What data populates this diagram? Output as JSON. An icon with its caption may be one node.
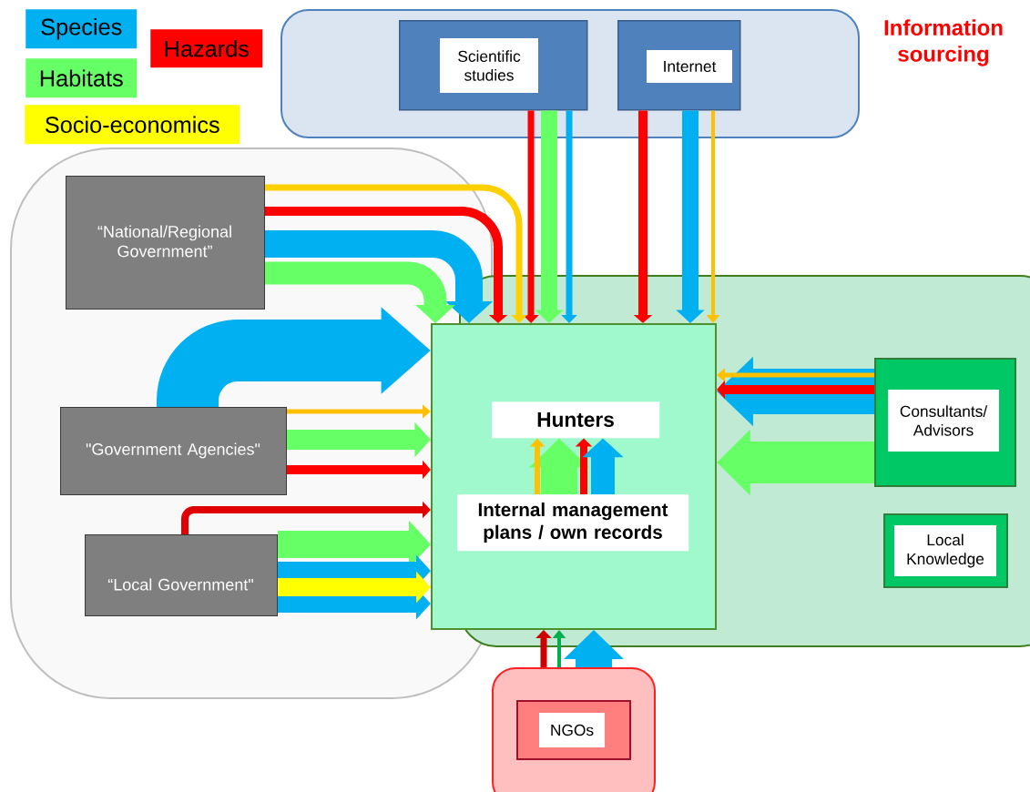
{
  "diagram": {
    "nodes": [
      {
        "text": [
          "Information sourcing"
        ]
      },
      {
        "text": [
          "Scientific studies"
        ],
        "in": 0
      },
      {
        "text": [
          "Internet"
        ],
        "in": 0
      },
      {
        "text": [
          "“National/Regional Government”"
        ]
      },
      {
        "text": [
          "\"Government Agencies\""
        ]
      },
      {
        "text": [
          "“Local Government\""
        ]
      },
      {
        "text": [],
        "shape": "box"
      },
      {
        "text": [
          "Hunters"
        ],
        "in": 6
      },
      {
        "text": [
          "Internal management plans / own records"
        ],
        "in": 6
      },
      {
        "text": [
          "Consultants/ Advisors"
        ]
      },
      {
        "text": [
          "Local Knowledge"
        ]
      },
      {
        "text": [],
        "shape": "box"
      },
      {
        "text": [
          "NGOs"
        ],
        "in": 11
      }
    ],
    "edges": [
      {
        "from": 1,
        "to": 6,
        "arrow": "to",
        "color": "#ff0000"
      },
      {
        "from": 1,
        "to": 6,
        "arrow": "to",
        "color": "#66ff66",
        "style": "thick"
      },
      {
        "from": 1,
        "to": 6,
        "arrow": "to",
        "color": "#00b0f0"
      },
      {
        "from": 2,
        "to": 6,
        "arrow": "to",
        "color": "#ff0000"
      },
      {
        "from": 2,
        "to": 6,
        "arrow": "to",
        "color": "#00b0f0",
        "style": "thick"
      },
      {
        "from": 2,
        "to": 6,
        "arrow": "to",
        "color": "#ffc000"
      },
      {
        "from": 3,
        "to": 6,
        "arrow": "to",
        "color": "#ffd000"
      },
      {
        "from": 3,
        "to": 6,
        "arrow": "to",
        "color": "#ff0000"
      },
      {
        "from": 3,
        "to": 6,
        "arrow": "to",
        "color": "#00b0f0",
        "style": "thick"
      },
      {
        "from": 3,
        "to": 6,
        "arrow": "to",
        "color": "#66ff66",
        "style": "thick"
      },
      {
        "from": 4,
        "to": 6,
        "arrow": "to",
        "color": "#00b0f0",
        "style": "thick"
      },
      {
        "from": 4,
        "to": 6,
        "arrow": "to",
        "color": "#ffc000"
      },
      {
        "from": 4,
        "to": 6,
        "arrow": "to",
        "color": "#66ff66",
        "style": "thick"
      },
      {
        "from": 4,
        "to": 6,
        "arrow": "to",
        "color": "#ff0000"
      },
      {
        "from": 5,
        "to": 6,
        "arrow": "to",
        "color": "#e00000"
      },
      {
        "from": 5,
        "to": 6,
        "arrow": "to",
        "color": "#66ff66",
        "style": "thick"
      },
      {
        "from": 5,
        "to": 6,
        "arrow": "to",
        "color": "#00b0f0",
        "style": "thick"
      },
      {
        "from": 5,
        "to": 6,
        "arrow": "to",
        "color": "#00b0f0",
        "style": "thick"
      },
      {
        "from": 5,
        "to": 6,
        "arrow": "to",
        "color": "#ffff00",
        "style": "thick"
      },
      {
        "from": 9,
        "to": 6,
        "arrow": "to",
        "color": "#00b0f0",
        "style": "thick"
      },
      {
        "from": 9,
        "to": 6,
        "arrow": "to",
        "color": "#ffc000"
      },
      {
        "from": 9,
        "to": 6,
        "arrow": "to",
        "color": "#ff0000"
      },
      {
        "from": 9,
        "to": 6,
        "arrow": "to",
        "color": "#66ff66",
        "style": "thick"
      },
      {
        "from": 8,
        "to": 7,
        "arrow": "to",
        "color": "#66ff66",
        "style": "thick"
      },
      {
        "from": 8,
        "to": 7,
        "arrow": "to",
        "color": "#ffc000"
      },
      {
        "from": 8,
        "to": 7,
        "arrow": "to",
        "color": "#ff0000"
      },
      {
        "from": 8,
        "to": 7,
        "arrow": "to",
        "color": "#00b0f0",
        "style": "thick"
      },
      {
        "from": 11,
        "to": 6,
        "arrow": "to",
        "color": "#cc0000"
      },
      {
        "from": 11,
        "to": 6,
        "arrow": "to",
        "color": "#00b050"
      },
      {
        "from": 11,
        "to": 6,
        "arrow": "to",
        "color": "#00b0f0",
        "style": "thick"
      }
    ],
    "legend": [
      {
        "text": "Species",
        "color": "#00b0f0"
      },
      {
        "text": "Hazards",
        "color": "#ff0000"
      },
      {
        "text": "Habitats",
        "color": "#66ff66"
      },
      {
        "text": "Socio-economics",
        "color": "#ffff00"
      }
    ]
  }
}
